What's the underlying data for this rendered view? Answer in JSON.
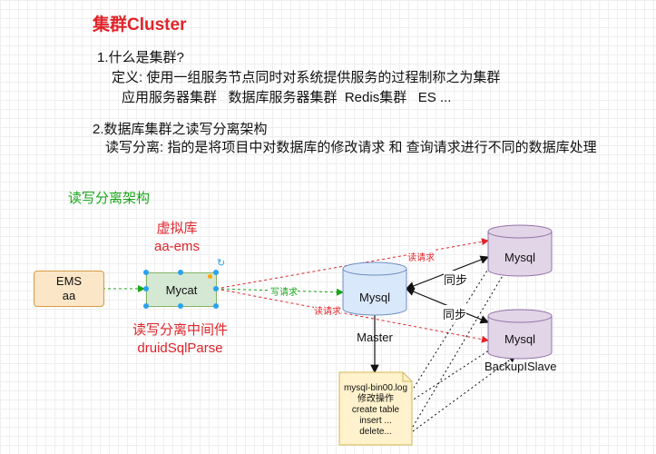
{
  "header": {
    "title": "集群Cluster",
    "q1": "1.什么是集群?",
    "q1_definition": "定义: 使用一组服务节点同时对系统提供服务的过程制称之为集群",
    "q1_list": "应用服务器集群   数据库服务器集群  Redis集群   ES ...",
    "q2": "2.数据库集群之读写分离架构",
    "q2_definition": "读写分离: 指的是将项目中对数据库的修改请求 和 查询请求进行不同的数据库处理"
  },
  "diagram": {
    "section_title": "读写分离架构",
    "virtual_db": {
      "title": "虚拟库",
      "name": "aa-ems"
    },
    "middleware": {
      "title": "读写分离中间件",
      "name": "druidSqlParse"
    },
    "ems": {
      "line1": "EMS",
      "line2": "aa"
    },
    "mycat": "Mycat",
    "master_db": "Mysql",
    "master_label": "Master",
    "slave1_db": "Mysql",
    "slave2_db": "Mysql",
    "slave2_label": "BackupISlave",
    "edges": {
      "write": "写请求",
      "read_top": "读请求",
      "read_bottom": "读请求",
      "sync1": "同步",
      "sync2": "同步"
    },
    "binlog_note": [
      "mysql-bin00.log",
      "修改操作",
      "create table",
      "insert ...",
      "delete..."
    ]
  },
  "colors": {
    "title_red": "#e0242a",
    "section_green": "#19a519",
    "cylinder_fill": "#dae8fc",
    "cylinder_stroke": "#6c8ebf",
    "slave_fill": "#e1d5e7",
    "slave_stroke": "#9673a6",
    "note_fill": "#fff2cc",
    "note_stroke": "#d6b656"
  }
}
